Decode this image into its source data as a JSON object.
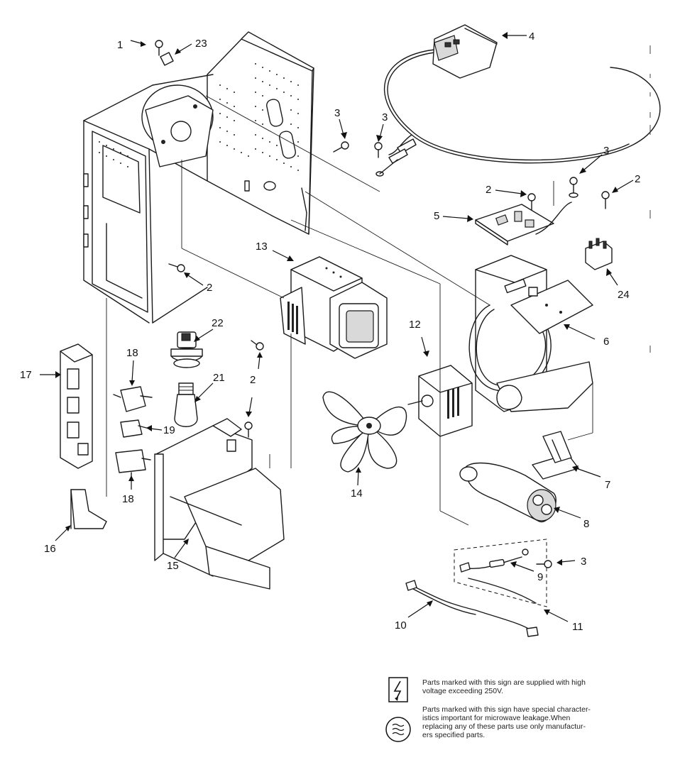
{
  "callouts": {
    "c1": "1",
    "c23": "23",
    "c4": "4",
    "c3a": "3",
    "c3b": "3",
    "c3c": "3",
    "c3d": "3",
    "c2a": "2",
    "c2b": "2",
    "c2c": "2",
    "c2d": "2",
    "c5": "5",
    "c24": "24",
    "c6": "6",
    "c13": "13",
    "c22": "22",
    "c21": "21",
    "c18a": "18",
    "c18b": "18",
    "c17": "17",
    "c19": "19",
    "c16": "16",
    "c15": "15",
    "c14": "14",
    "c12": "12",
    "c7": "7",
    "c8": "8",
    "c9": "9",
    "c10": "10",
    "c11": "11"
  },
  "legend": {
    "high_voltage_icon": "lightning-bolt-icon",
    "high_voltage_text_1": "Parts marked with this sign are supplied with high",
    "high_voltage_text_2": "voltage exceeding 250V.",
    "leakage_icon": "microwave-wave-icon",
    "leakage_text_1": "Parts marked with this sign have special character-",
    "leakage_text_2": "istics important for microwave leakage.When",
    "leakage_text_3": "replacing any of these parts use only manufactur-",
    "leakage_text_4": "ers specified parts."
  }
}
